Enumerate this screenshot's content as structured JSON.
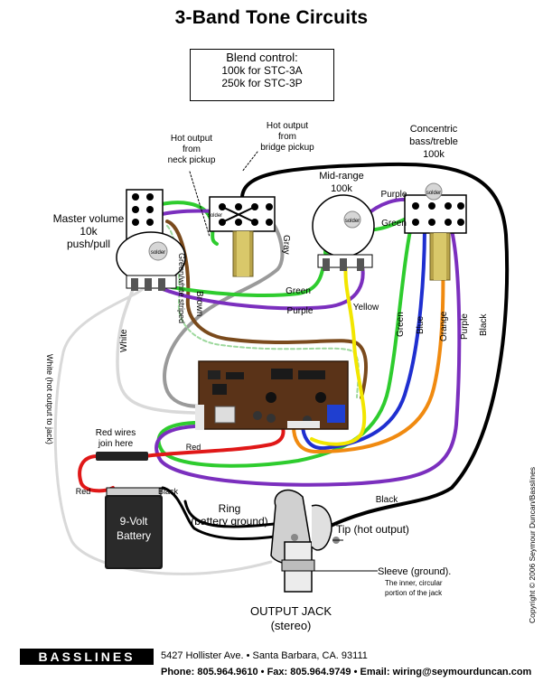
{
  "title": "3-Band Tone Circuits",
  "blend": {
    "heading": "Blend control:",
    "line1": "100k for STC-3A",
    "line2": "250k for STC-3P"
  },
  "labels": {
    "hot_neck_1": "Hot output",
    "hot_neck_2": "from",
    "hot_neck_3": "neck pickup",
    "hot_bridge_1": "Hot output",
    "hot_bridge_2": "from",
    "hot_bridge_3": "bridge pickup",
    "concentric_1": "Concentric",
    "concentric_2": "bass/treble",
    "concentric_3": "100k",
    "midrange_1": "Mid-range",
    "midrange_2": "100k",
    "master_1": "Master volume",
    "master_2": "10k",
    "master_3": "push/pull",
    "solder": "solder",
    "purple": "Purple",
    "green": "Green",
    "gray": "Gray",
    "green_white": "Green/white striped",
    "brown": "Brown",
    "white": "White",
    "white_hot": "White (hot output to jack)",
    "yellow": "Yellow",
    "blue": "Blue",
    "orange": "Orange",
    "black": "Black",
    "red_wires_1": "Red wires",
    "red_wires_2": "join here",
    "red": "Red",
    "battery_1": "9-Volt",
    "battery_2": "Battery",
    "ring_1": "Ring",
    "ring_2": "(battery ground)",
    "tip": "Tip (hot output)",
    "sleeve_1": "Sleeve (ground).",
    "sleeve_2": "The inner, circular",
    "sleeve_3": "portion of the jack",
    "jack_1": "OUTPUT JACK",
    "jack_2": "(stereo)"
  },
  "copyright": "Copyright © 2006 Seymour Duncan/Basslines",
  "footer": {
    "logo": "BASSLINES",
    "address": "5427 Hollister Ave.  •  Santa Barbara, CA. 93111",
    "phone": "Phone: 805.964.9610  •  Fax: 805.964.9749  •  Email: wiring@seymourduncan.com"
  },
  "wire_colors": {
    "purple": "#7b2fbe",
    "green": "#2ecc2e",
    "brown": "#7a4a1c",
    "gray": "#9a9a9a",
    "white": "#d8d8d8",
    "yellow": "#f2e600",
    "blue": "#1f2fd0",
    "orange": "#f08a10",
    "black": "#000000",
    "red": "#e01818"
  }
}
